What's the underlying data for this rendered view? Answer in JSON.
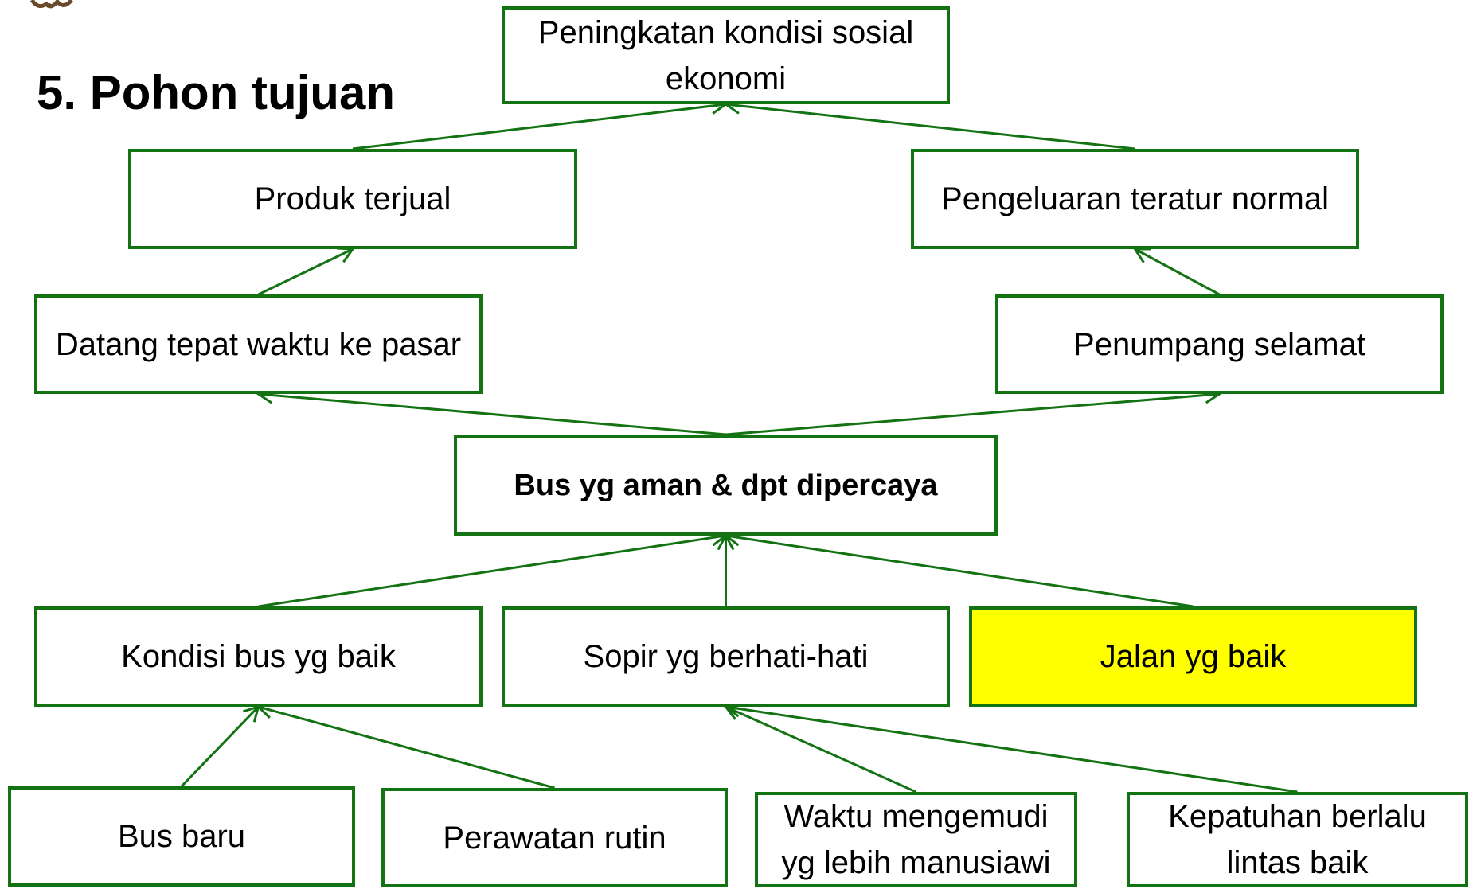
{
  "title": "5. Pohon tujuan",
  "colors": {
    "border": "#137313",
    "connector": "#137313",
    "highlight": "#ffff00"
  },
  "logo_icon": "institution-logo-icon",
  "nodes": {
    "n_goal": {
      "label": "Peningkatan kondisi sosial ekonomi"
    },
    "n_produk": {
      "label": "Produk terjual"
    },
    "n_pengeluaran": {
      "label": "Pengeluaran teratur normal"
    },
    "n_datang": {
      "label": "Datang tepat waktu ke pasar"
    },
    "n_penumpang": {
      "label": "Penumpang selamat"
    },
    "n_bus": {
      "label": "Bus yg aman & dpt dipercaya"
    },
    "n_kondisi": {
      "label": "Kondisi bus yg baik"
    },
    "n_sopir": {
      "label": "Sopir yg berhati-hati"
    },
    "n_jalan": {
      "label": "Jalan yg baik",
      "highlighted": true
    },
    "n_busbaru": {
      "label": "Bus baru"
    },
    "n_perawatan": {
      "label": "Perawatan rutin"
    },
    "n_waktu": {
      "label": "Waktu mengemudi yg lebih manusiawi"
    },
    "n_kepatuhan": {
      "label": "Kepatuhan berlalu lintas baik"
    }
  },
  "edges": [
    {
      "from": "n_produk",
      "to": "n_goal"
    },
    {
      "from": "n_pengeluaran",
      "to": "n_goal"
    },
    {
      "from": "n_datang",
      "to": "n_produk"
    },
    {
      "from": "n_penumpang",
      "to": "n_pengeluaran"
    },
    {
      "from": "n_bus",
      "to": "n_datang"
    },
    {
      "from": "n_bus",
      "to": "n_penumpang"
    },
    {
      "from": "n_kondisi",
      "to": "n_bus"
    },
    {
      "from": "n_sopir",
      "to": "n_bus"
    },
    {
      "from": "n_jalan",
      "to": "n_bus"
    },
    {
      "from": "n_busbaru",
      "to": "n_kondisi"
    },
    {
      "from": "n_perawatan",
      "to": "n_kondisi"
    },
    {
      "from": "n_waktu",
      "to": "n_sopir"
    },
    {
      "from": "n_kepatuhan",
      "to": "n_sopir"
    }
  ]
}
